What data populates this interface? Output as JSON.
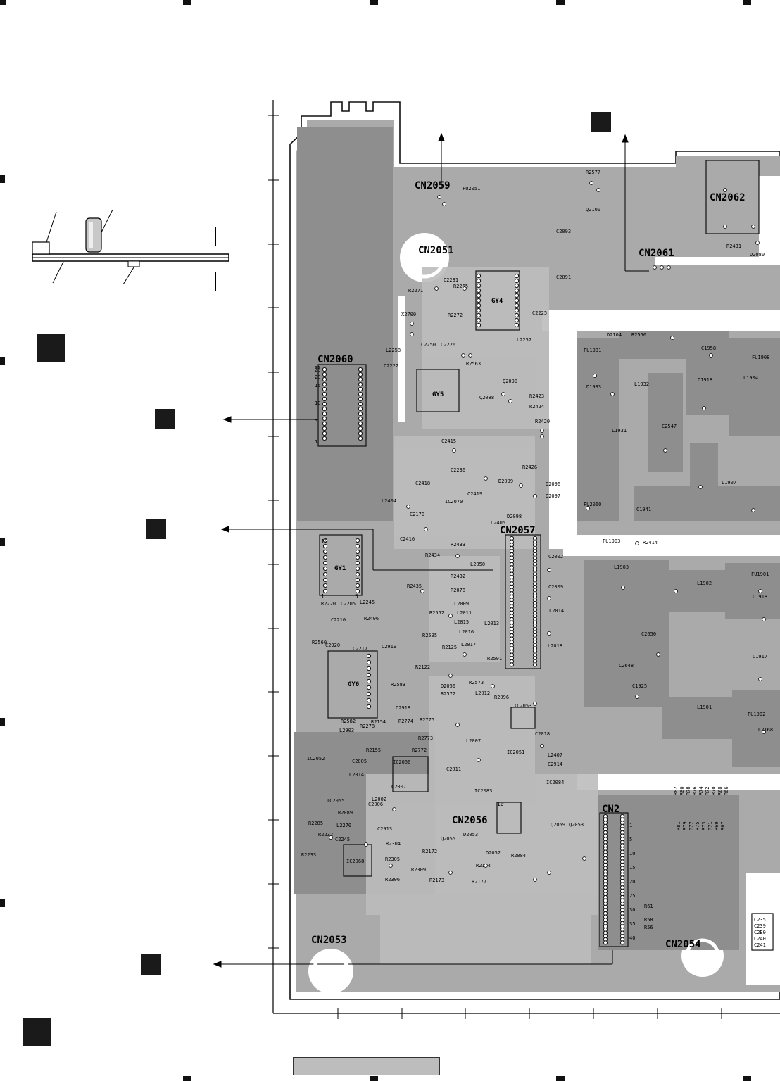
{
  "connectors": [
    {
      "id": "cn2059",
      "label": "CN2059"
    },
    {
      "id": "cn2051",
      "label": "CN2051"
    },
    {
      "id": "cn2061",
      "label": "CN2061"
    },
    {
      "id": "cn2062",
      "label": "CN2062"
    },
    {
      "id": "cn2060",
      "label": "CN2060"
    },
    {
      "id": "cn2057",
      "label": "CN2057"
    },
    {
      "id": "cn2056",
      "label": "CN2056"
    },
    {
      "id": "cn2",
      "label": "CN2"
    },
    {
      "id": "cn2053",
      "label": "CN2053"
    },
    {
      "id": "cn2054",
      "label": "CN2054"
    }
  ],
  "modules": [
    {
      "id": "gy4",
      "label": "GY4"
    },
    {
      "id": "gy5",
      "label": "GY5"
    },
    {
      "id": "gy1",
      "label": "GY1"
    },
    {
      "id": "gy6",
      "label": "GY6"
    }
  ],
  "ics": [
    {
      "id": "ic2070",
      "label": "IC2070"
    },
    {
      "id": "ic2053",
      "label": "IC2053"
    },
    {
      "id": "ic2052",
      "label": "IC2052"
    },
    {
      "id": "ic2050",
      "label": "IC2050"
    },
    {
      "id": "ic2051",
      "label": "IC2051"
    },
    {
      "id": "ic2084",
      "label": "IC2084"
    },
    {
      "id": "ic2083",
      "label": "IC2083"
    },
    {
      "id": "ic2055",
      "label": "IC2055"
    },
    {
      "id": "ic2068",
      "label": "IC2068"
    }
  ],
  "components": [
    {
      "id": "fu2051",
      "label": "FU2051"
    },
    {
      "id": "r2577",
      "label": "R2577"
    },
    {
      "id": "q2100",
      "label": "Q2100"
    },
    {
      "id": "c2093",
      "label": "C2093"
    },
    {
      "id": "c2091",
      "label": "C2091"
    },
    {
      "id": "r2431",
      "label": "R2431"
    },
    {
      "id": "d2080",
      "label": "D2080"
    },
    {
      "id": "r2271",
      "label": "R2271"
    },
    {
      "id": "r2265",
      "label": "R2265"
    },
    {
      "id": "c2231",
      "label": "C2231"
    },
    {
      "id": "r2272",
      "label": "R2272"
    },
    {
      "id": "c2225",
      "label": "C2225"
    },
    {
      "id": "l2257",
      "label": "L2257"
    },
    {
      "id": "x2700",
      "label": "X2700"
    },
    {
      "id": "l2258",
      "label": "L2258"
    },
    {
      "id": "c2250",
      "label": "C2250"
    },
    {
      "id": "c2226",
      "label": "C2226"
    },
    {
      "id": "c2222",
      "label": "C2222"
    },
    {
      "id": "r2563",
      "label": "R2563"
    },
    {
      "id": "q2090",
      "label": "Q2090"
    },
    {
      "id": "q2088",
      "label": "Q2088"
    },
    {
      "id": "r2423",
      "label": "R2423"
    },
    {
      "id": "r2424",
      "label": "R2424"
    },
    {
      "id": "r2420",
      "label": "R2420"
    },
    {
      "id": "c2415",
      "label": "C2415"
    },
    {
      "id": "c2236",
      "label": "C2236"
    },
    {
      "id": "r2426",
      "label": "R2426"
    },
    {
      "id": "c2418",
      "label": "C2418"
    },
    {
      "id": "d2099",
      "label": "D2099"
    },
    {
      "id": "d2096",
      "label": "D2096"
    },
    {
      "id": "d2097",
      "label": "D2097"
    },
    {
      "id": "c2419",
      "label": "C2419"
    },
    {
      "id": "d2098",
      "label": "D2098"
    },
    {
      "id": "l2404",
      "label": "L2404"
    },
    {
      "id": "c2170",
      "label": "C2170"
    },
    {
      "id": "l2405",
      "label": "L2405"
    },
    {
      "id": "c2416",
      "label": "C2416"
    },
    {
      "id": "r2433",
      "label": "R2433"
    },
    {
      "id": "r2434",
      "label": "R2434"
    },
    {
      "id": "l2050",
      "label": "L2050"
    },
    {
      "id": "c2002",
      "label": "C2002"
    },
    {
      "id": "c2009",
      "label": "C2009"
    },
    {
      "id": "l2014",
      "label": "L2014"
    },
    {
      "id": "l2018",
      "label": "L2018"
    },
    {
      "id": "r2432",
      "label": "R2432"
    },
    {
      "id": "r2078",
      "label": "R2078"
    },
    {
      "id": "l2009",
      "label": "L2009"
    },
    {
      "id": "l2011",
      "label": "L2011"
    },
    {
      "id": "l2015",
      "label": "L2015"
    },
    {
      "id": "l2013",
      "label": "L2013"
    },
    {
      "id": "l2016",
      "label": "L2016"
    },
    {
      "id": "l2017",
      "label": "L2017"
    },
    {
      "id": "r2435",
      "label": "R2435"
    },
    {
      "id": "r2552",
      "label": "R2552"
    },
    {
      "id": "r2595",
      "label": "R2595"
    },
    {
      "id": "r2125",
      "label": "R2125"
    },
    {
      "id": "r2591",
      "label": "R2591"
    },
    {
      "id": "r2122",
      "label": "R2122"
    },
    {
      "id": "d2050",
      "label": "D2050"
    },
    {
      "id": "r2573",
      "label": "R2573"
    },
    {
      "id": "r2572",
      "label": "R2572"
    },
    {
      "id": "l2012",
      "label": "L2012"
    },
    {
      "id": "r2096",
      "label": "R2096"
    },
    {
      "id": "c2018",
      "label": "C2018"
    },
    {
      "id": "l2007",
      "label": "L2007"
    },
    {
      "id": "l2407",
      "label": "L2407"
    },
    {
      "id": "c2914",
      "label": "C2914"
    },
    {
      "id": "c2011",
      "label": "C2011"
    },
    {
      "id": "r2220",
      "label": "R2220"
    },
    {
      "id": "c2205",
      "label": "C2205"
    },
    {
      "id": "l2245",
      "label": "L2245"
    },
    {
      "id": "c2210",
      "label": "C2210"
    },
    {
      "id": "r2406",
      "label": "R2406"
    },
    {
      "id": "r2560",
      "label": "R2560"
    },
    {
      "id": "c2920",
      "label": "C2920"
    },
    {
      "id": "c2217",
      "label": "C2217"
    },
    {
      "id": "c2919",
      "label": "C2919"
    },
    {
      "id": "r2583",
      "label": "R2583"
    },
    {
      "id": "c2918",
      "label": "C2918"
    },
    {
      "id": "r2582",
      "label": "R2582"
    },
    {
      "id": "l2903",
      "label": "L2903"
    },
    {
      "id": "r2278",
      "label": "R2278"
    },
    {
      "id": "r2154",
      "label": "R2154"
    },
    {
      "id": "r2774",
      "label": "R2774"
    },
    {
      "id": "r2775",
      "label": "R2775"
    },
    {
      "id": "r2773",
      "label": "R2773"
    },
    {
      "id": "r2772",
      "label": "R2772"
    },
    {
      "id": "r2155",
      "label": "R2155"
    },
    {
      "id": "c2005",
      "label": "C2005"
    },
    {
      "id": "c2014",
      "label": "C2014"
    },
    {
      "id": "c2007",
      "label": "C2007"
    },
    {
      "id": "l2002",
      "label": "L2002"
    },
    {
      "id": "c2006",
      "label": "C2006"
    },
    {
      "id": "r2089",
      "label": "R2089"
    },
    {
      "id": "r2285",
      "label": "R2285"
    },
    {
      "id": "l2270",
      "label": "L2270"
    },
    {
      "id": "c2913",
      "label": "C2913"
    },
    {
      "id": "r2232",
      "label": "R2232"
    },
    {
      "id": "c2245",
      "label": "C2245"
    },
    {
      "id": "r2233",
      "label": "R2233"
    },
    {
      "id": "r2304",
      "label": "R2304"
    },
    {
      "id": "r2305",
      "label": "R2305"
    },
    {
      "id": "r2309",
      "label": "R2309"
    },
    {
      "id": "r2306",
      "label": "R2306"
    },
    {
      "id": "q2055",
      "label": "Q2055"
    },
    {
      "id": "d2053",
      "label": "D2053"
    },
    {
      "id": "r2172",
      "label": "R2172"
    },
    {
      "id": "d2052",
      "label": "D2052"
    },
    {
      "id": "r2174",
      "label": "R2174"
    },
    {
      "id": "r2173",
      "label": "R2173"
    },
    {
      "id": "r2177",
      "label": "R2177"
    },
    {
      "id": "q2059",
      "label": "Q2059"
    },
    {
      "id": "q2053",
      "label": "Q2053"
    },
    {
      "id": "r2084",
      "label": "R2084"
    },
    {
      "id": "d2104",
      "label": "D2104"
    },
    {
      "id": "r2550",
      "label": "R2550"
    },
    {
      "id": "fu1931",
      "label": "FU1931"
    },
    {
      "id": "c1958",
      "label": "C1958"
    },
    {
      "id": "fu1908",
      "label": "FU1908"
    },
    {
      "id": "d1933",
      "label": "D1933"
    },
    {
      "id": "l1932",
      "label": "L1932"
    },
    {
      "id": "d1918",
      "label": "D1918"
    },
    {
      "id": "l1904",
      "label": "L1904"
    },
    {
      "id": "l1931",
      "label": "L1931"
    },
    {
      "id": "c2547",
      "label": "C2547"
    },
    {
      "id": "l1907",
      "label": "L1907"
    },
    {
      "id": "fu2060",
      "label": "FU2060"
    },
    {
      "id": "c1941",
      "label": "C1941"
    },
    {
      "id": "fu1903",
      "label": "FU1903"
    },
    {
      "id": "r2414",
      "label": "R2414"
    },
    {
      "id": "l1903",
      "label": "L1903"
    },
    {
      "id": "fu1901",
      "label": "FU1901"
    },
    {
      "id": "l1902",
      "label": "L1902"
    },
    {
      "id": "c1918",
      "label": "C1918"
    },
    {
      "id": "c2650",
      "label": "C2650"
    },
    {
      "id": "c2648",
      "label": "C2648"
    },
    {
      "id": "c1917",
      "label": "C1917"
    },
    {
      "id": "c1925",
      "label": "C1925"
    },
    {
      "id": "l1901",
      "label": "L1901"
    },
    {
      "id": "fu1902",
      "label": "FU1902"
    },
    {
      "id": "c2168",
      "label": "C2168"
    },
    {
      "id": "r61",
      "label": "R61"
    },
    {
      "id": "r58",
      "label": "R58"
    },
    {
      "id": "r56",
      "label": "R56"
    }
  ],
  "cn2060_pins": [
    "1",
    "5",
    "10",
    "15",
    "20",
    "25",
    "30"
  ],
  "cn2_pins": [
    "1",
    "5",
    "10",
    "15",
    "20",
    "25",
    "30",
    "35",
    "40"
  ],
  "gy1_pins": [
    "10",
    "1",
    "5"
  ],
  "cn2056_pin": "10",
  "side_box_labels": [
    "C235",
    "C239",
    "C2E0",
    "C240",
    "C241"
  ],
  "resistor_column_labels": [
    "R82",
    "R80",
    "R78",
    "R76",
    "R74",
    "R72",
    "R70",
    "R68",
    "R66"
  ],
  "resistor_column_labels_lower": [
    "R81",
    "R79",
    "R77",
    "R75",
    "R73",
    "R71",
    "R69",
    "R67"
  ],
  "colors": {
    "copper": "#aaaaaa",
    "copper_dark": "#8e8e8e",
    "trace": "#bcbcbc",
    "outline": "#111111",
    "footer": "#bdbdbd"
  }
}
